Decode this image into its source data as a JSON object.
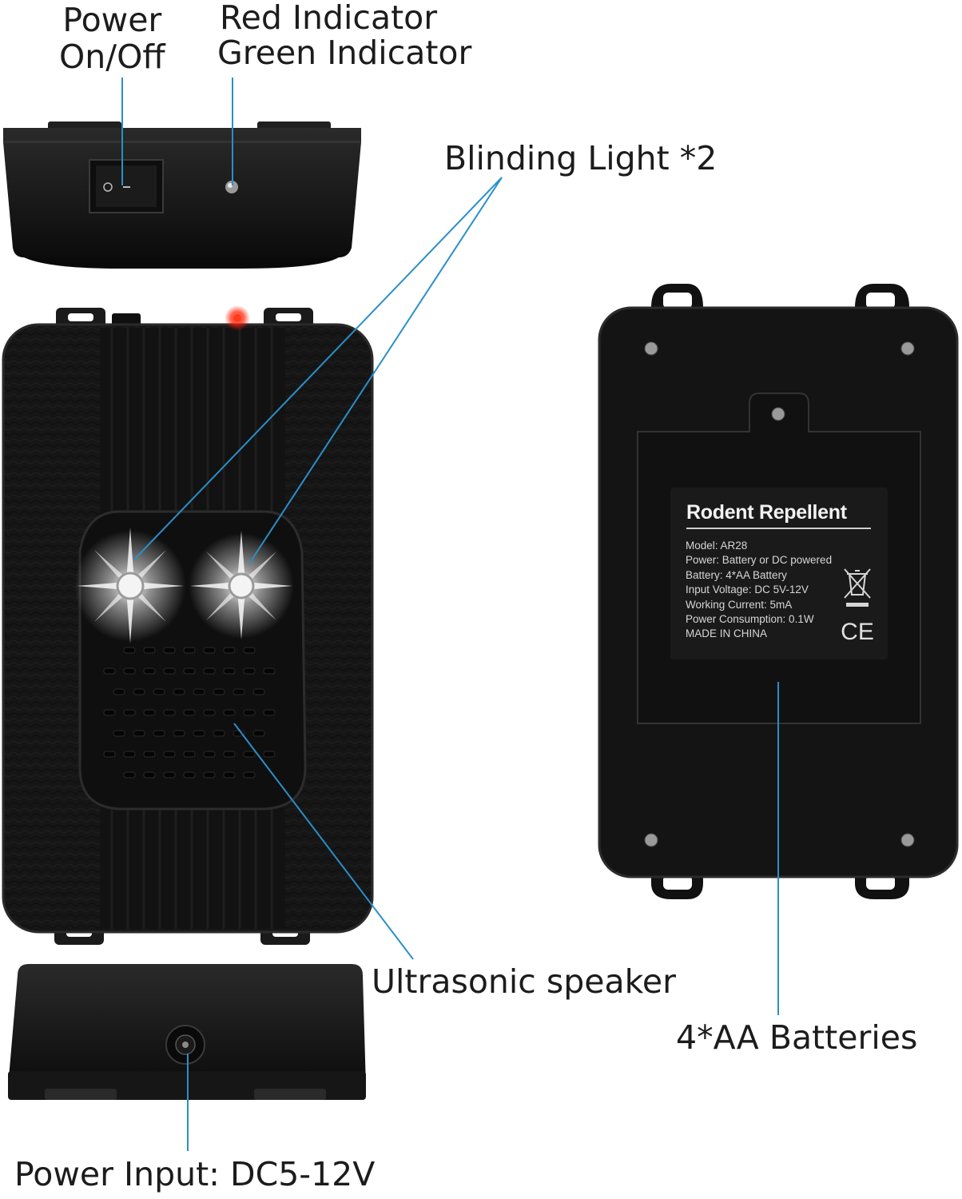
{
  "callouts": {
    "power_line1": "Power",
    "power_line2": "On/Off",
    "red_indicator": "Red Indicator",
    "green_indicator": "Green Indicator",
    "blinding_light": "Blinding Light *2",
    "ultrasonic_speaker": "Ultrasonic speaker",
    "batteries": "4*AA Batteries",
    "power_input": "Power Input: DC5-12V"
  },
  "label": {
    "title": "Rodent Repellent",
    "lines": [
      "Model: AR28",
      "Power: Battery or DC powered",
      "Battery: 4*AA Battery",
      "Input Voltage: DC 5V-12V",
      "Working Current: 5mA",
      "Power Consumption: 0.1W",
      "MADE IN CHINA"
    ],
    "ce_mark": "CE"
  },
  "icons": [
    "power-switch-icon",
    "indicator-led-icon",
    "dc-jack-icon",
    "weee-bin-icon",
    "ce-mark-icon",
    "screw-icon"
  ],
  "colors": {
    "leader_line": "#2a8fc9",
    "device_body": "#141414",
    "label_bg": "#1a1a1a",
    "indicator_red": "#ff2a10",
    "blinding_light": "#ffffff"
  }
}
